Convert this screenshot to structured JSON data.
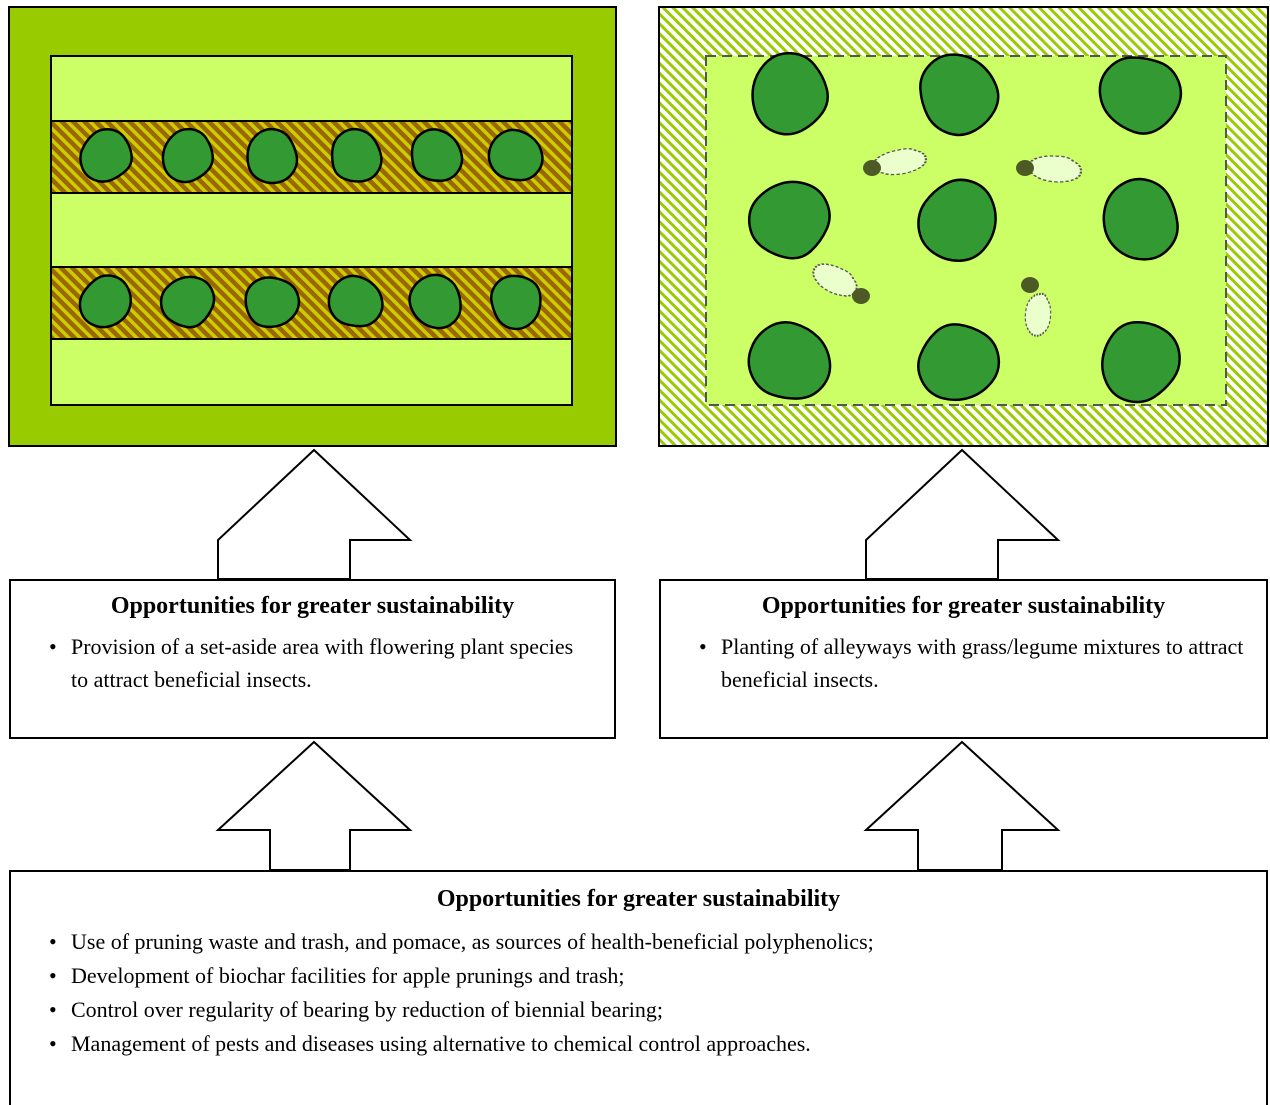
{
  "left_panel": {
    "title": "Opportunities for greater sustainability",
    "bullets": [
      "Provision of a set-aside area with flowering plant species to attract beneficial insects."
    ]
  },
  "right_panel": {
    "title": "Opportunities for greater sustainability",
    "bullets": [
      "Planting of alleyways with grass/legume mixtures to attract beneficial insects."
    ]
  },
  "bottom_panel": {
    "title": "Opportunities for greater sustainability",
    "bullets": [
      "Use of pruning waste and trash, and pomace, as sources of health-beneficial polyphenolics;",
      "Development of biochar facilities for apple prunings and trash;",
      "Control over regularity of bearing by reduction of biennial bearing;",
      "Management of pests and diseases using alternative to chemical control approaches."
    ]
  },
  "colors": {
    "border_green": "#99cc00",
    "light_green": "#ccff66",
    "tree_green": "#339933",
    "hatch_brown": "#996600",
    "hatch_yellow": "#cccc00",
    "insect_fill": "#eaffcc",
    "insect_head": "#4d5a26"
  }
}
